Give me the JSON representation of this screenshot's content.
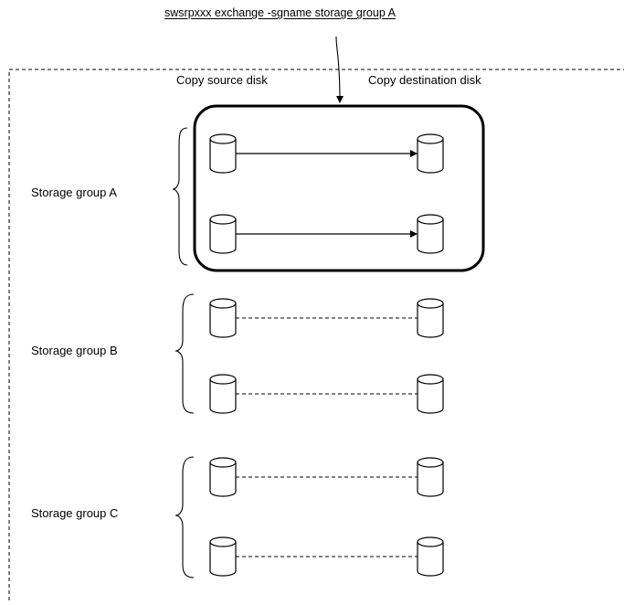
{
  "command": "swsrpxxx exchange -sgname storage group A",
  "columns": {
    "source": "Copy source disk",
    "destination": "Copy destination disk"
  },
  "groups": [
    {
      "label": "Storage group A",
      "selected": true,
      "connection": "arrow"
    },
    {
      "label": "Storage group B",
      "selected": false,
      "connection": "dashed"
    },
    {
      "label": "Storage group C",
      "selected": false,
      "connection": "dashed"
    }
  ]
}
